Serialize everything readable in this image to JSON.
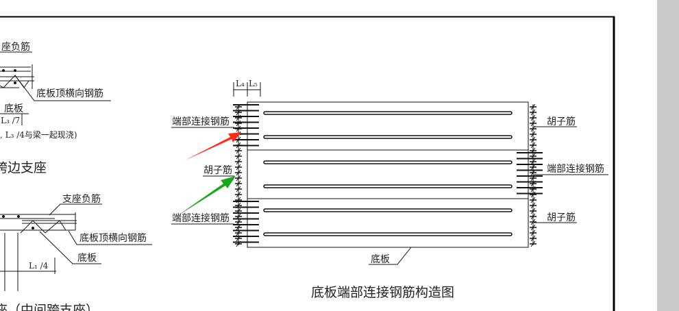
{
  "colors": {
    "red_arrow": "#ff2a1a",
    "green_arrow": "#1aa81a",
    "scrollbar": "#c8c8c8"
  },
  "left_detail_top": {
    "label_support_rebar": "座负筋",
    "label_top_transverse": "底板顶横向钢筋",
    "label_slab": "底板",
    "dim": "L₃ /7",
    "note": ", L₃ /4与梁一起现浇)",
    "caption": "跨边支座"
  },
  "left_detail_bottom": {
    "label_support_rebar": "支座负筋",
    "label_top_transverse": "底板顶横向钢筋",
    "label_slab": "底板",
    "dim": "L₁ /4",
    "caption": "座（中间跨支座）"
  },
  "main_diagram": {
    "dim_l4": "L₄",
    "dim_l5": "L₅",
    "left_labels": [
      "端部连接钢筋",
      "胡子筋",
      "端部连接钢筋"
    ],
    "right_labels": [
      "胡子筋",
      "端部连接钢筋",
      "胡子筋"
    ],
    "slab_label": "底板",
    "title": "底板端部连接钢筋构造图"
  }
}
